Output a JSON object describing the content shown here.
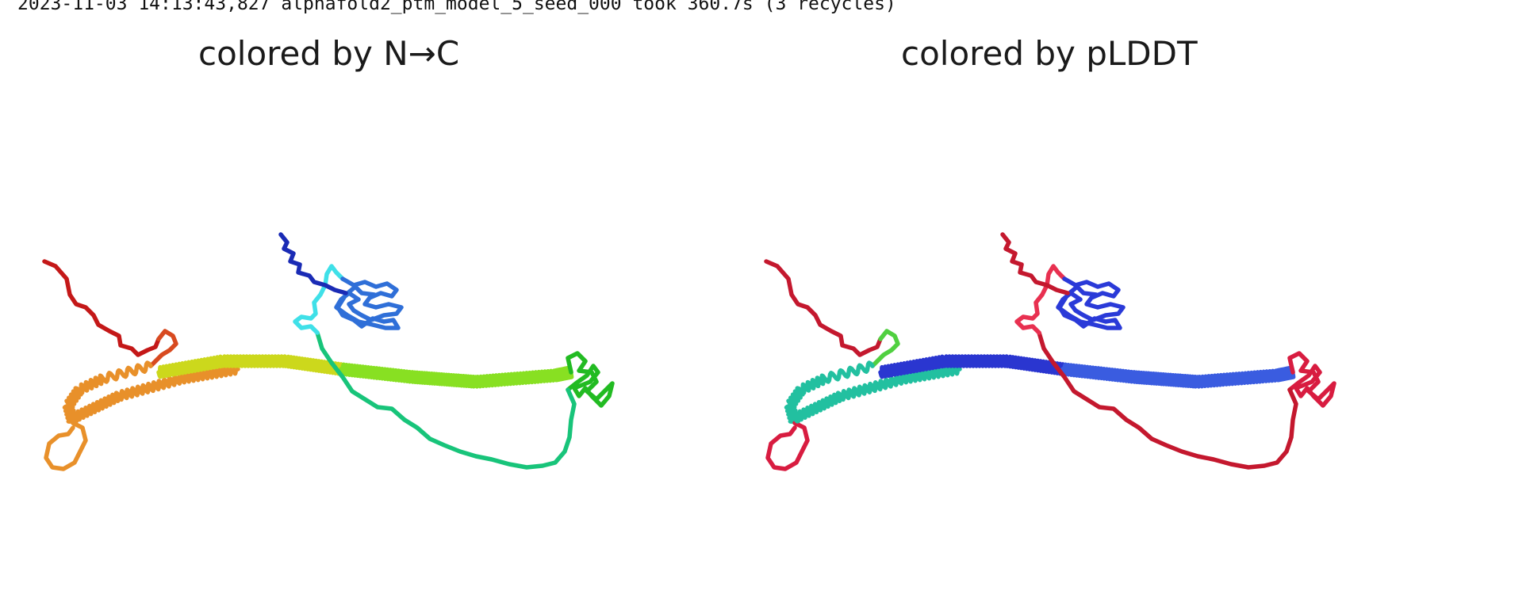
{
  "log": {
    "text": "2023-11-03 14:13:43,827 alphafold2_ptm_model_5_seed_000 took 360.7s (3 recycles)"
  },
  "panels": [
    {
      "title": "colored by N→C",
      "colors": {
        "n_term_tail": "#1a2bb5",
        "globular_domain": "#2f6fd8",
        "domain_loop": "#3fe0e8",
        "linker": "#18c47a",
        "c_region_knot": "#22bb22",
        "helix_c_end": "#88e022",
        "helix_mid": "#ccd81c",
        "helix_n_end": "#e8902a",
        "loop_bottom": "#e8902a",
        "turn": "#d84a20",
        "c_term_tail": "#c41818"
      }
    },
    {
      "title": "colored by pLDDT",
      "colors": {
        "n_term_tail": "#c4182e",
        "globular_domain": "#2a3ad8",
        "domain_loop": "#e83050",
        "linker": "#c4182e",
        "c_region_knot": "#d81c40",
        "helix_c_end": "#3a5ce0",
        "helix_mid": "#2a36d0",
        "helix_n_end": "#22c0a0",
        "loop_bottom": "#d81c40",
        "turn": "#50d040",
        "c_term_tail": "#c4182e"
      }
    }
  ]
}
